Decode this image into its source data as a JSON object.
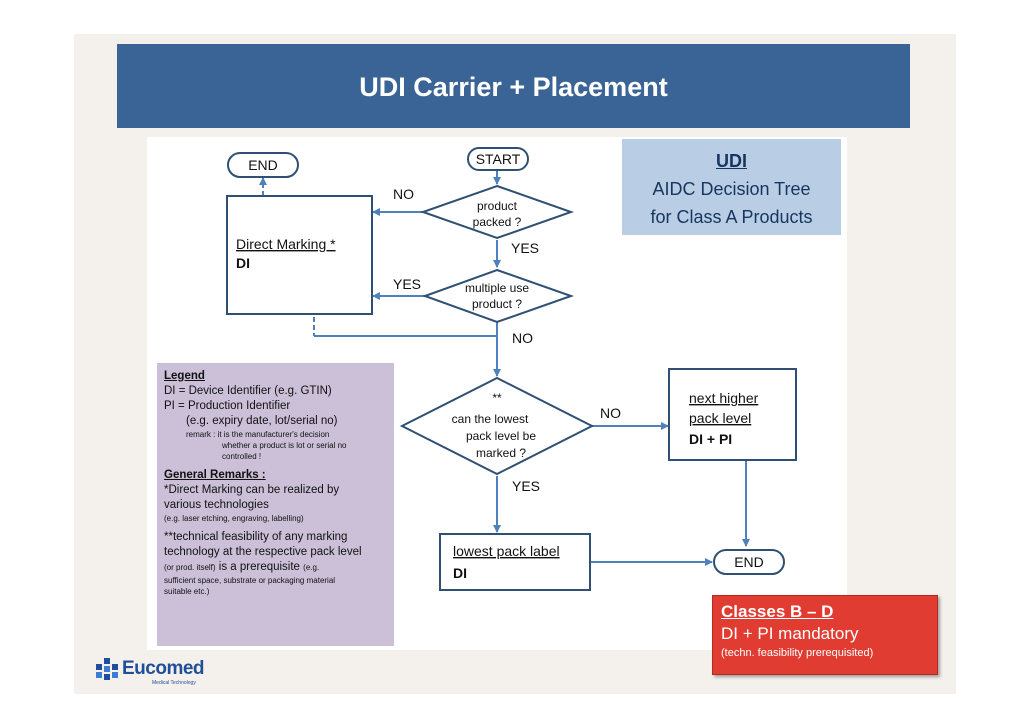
{
  "title": "UDI Carrier + Placement",
  "udi_box": {
    "title": "UDI",
    "line1": "AIDC Decision Tree",
    "line2": "for Class A Products"
  },
  "flow": {
    "start": "START",
    "end_top": "END",
    "end_bottom": "END",
    "q1_line1": "product",
    "q1_line2": "packed ?",
    "q2_line1": "multiple use",
    "q2_line2": "product ?",
    "q3_line1": "**",
    "q3_line2": "can the lowest",
    "q3_line3": "pack level be",
    "q3_line4": "marked ?",
    "direct_marking_label": "Direct Marking *",
    "direct_marking_value": "DI",
    "next_higher_line1": "next higher",
    "next_higher_line2": "pack level",
    "next_higher_value": "DI + PI",
    "lowest_label": "lowest pack label",
    "lowest_value": "DI",
    "no_1": "NO",
    "yes_1": "YES",
    "yes_2": "YES",
    "no_2": "NO",
    "no_3": "NO",
    "yes_3": "YES"
  },
  "legend": {
    "heading": "Legend",
    "di": "DI = Device Identifier (e.g. GTIN)",
    "pi": "PI = Production Identifier",
    "pi_detail": "(e.g. expiry date, lot/serial no)",
    "remark_line1": "remark : it is the manufacturer's decision",
    "remark_line2": "whether a product is lot or serial no",
    "remark_line3": "controlled !",
    "general_heading": "General Remarks :",
    "direct_line1": "*Direct Marking can be realized by",
    "direct_line2": "various technologies",
    "direct_examples": "(e.g. laser etching, engraving, labelling)",
    "tech_line1": "**technical feasibility of any marking",
    "tech_line2": "technology at the respective pack level",
    "tech_line3a": "(or prod. itself)",
    "tech_line3b": " is a prerequisite ",
    "tech_line3c": "(e.g.",
    "tech_line4": "sufficient space, substrate or packaging material",
    "tech_line5": "suitable etc.)"
  },
  "classes_box": {
    "heading": "Classes B – D",
    "line": "DI + PI mandatory",
    "note": "(techn. feasibility prerequisited)"
  },
  "logo": {
    "name": "Eucomed",
    "tagline": "Medical Technology"
  },
  "colors": {
    "title_bar": "#3b6496",
    "box_border": "#2f4f73",
    "arrow": "#4f81bd",
    "legend_bg": "#ccc0d9",
    "udi_bg": "#b9cde5",
    "classes_bg": "#e03c31"
  }
}
